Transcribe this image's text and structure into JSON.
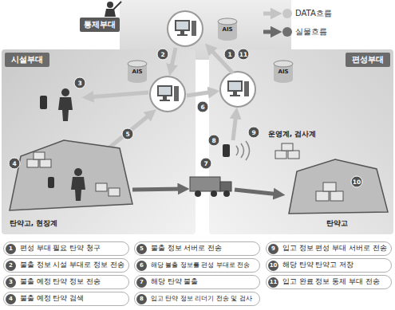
{
  "diagram": {
    "nodes": [
      {
        "text": [
          "통제부대"
        ]
      },
      {
        "text": [
          "시설부대"
        ]
      },
      {
        "text": [
          "편성부대"
        ]
      },
      {
        "text": [
          "1",
          "편성 부대 필요 탄약 청구"
        ]
      },
      {
        "text": [
          "2",
          "불출 정보 시설 부대로 정보 전송"
        ]
      },
      {
        "text": [
          "3",
          "불출 예정 탄약 정보 전송"
        ]
      },
      {
        "text": [
          "4",
          "불출 예정 탄약 검색"
        ]
      },
      {
        "text": [
          "5",
          "불출 정보 서버로 전송"
        ]
      },
      {
        "text": [
          "6",
          "해당 불출 정보를 편성 부대로 전송"
        ]
      },
      {
        "text": [
          "7",
          "해당 탄약 불출"
        ]
      },
      {
        "text": [
          "8",
          "입고 탄약 정보 리더기 전송 및 검사"
        ]
      },
      {
        "text": [
          "9",
          "입고 정보 편성 부대 서버로 전송"
        ]
      },
      {
        "text": [
          "10",
          "해당 탄약 탄약고 저장"
        ]
      },
      {
        "text": [
          "11",
          "입고 완료 정보 통제 부대 전송"
        ]
      }
    ],
    "labels": [
      "AIS",
      "AIS",
      "AIS",
      "1",
      "11",
      "2",
      "3",
      "4",
      "5",
      "6",
      "7",
      "8",
      "9",
      "10",
      "탄약고, 현장계",
      "운영계, 검사계",
      "탄약고"
    ],
    "legend": [
      {
        "text": "DATA흐름",
        "color": "#c8c8c8"
      },
      {
        "text": "실물흐름",
        "color": "#707070"
      }
    ]
  }
}
